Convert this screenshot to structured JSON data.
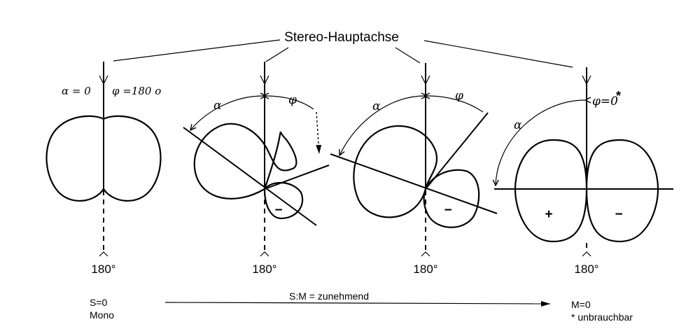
{
  "title": "Stereo-Hauptachse",
  "bottom_label": "180°",
  "panel1": {
    "alpha_label": "α = 0",
    "phi_label": "φ =180 o"
  },
  "alpha_symbol": "α",
  "phi_symbol": "φ",
  "minus_sign": "−",
  "plus_sign": "+",
  "panel4": {
    "phi_label": "φ=0",
    "asterisk": "*"
  },
  "left_note": [
    "S=0",
    "Mono"
  ],
  "arrow_label": "S:M = zunehmend",
  "right_note": [
    "M=0",
    "* unbrauchbar"
  ]
}
